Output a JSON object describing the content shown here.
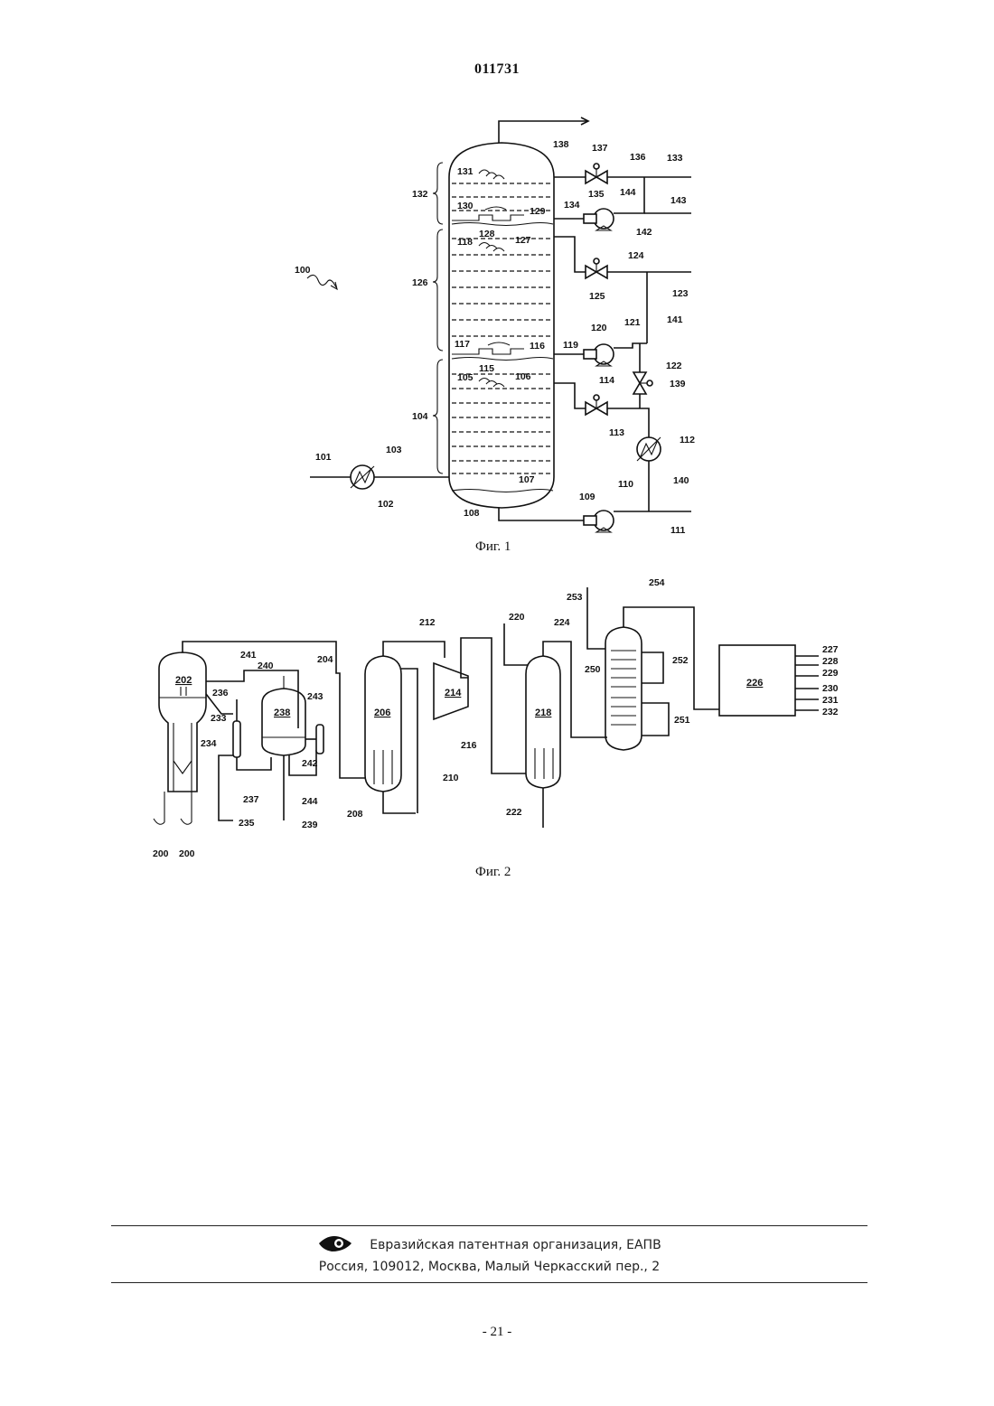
{
  "header": {
    "doc_number": "011731"
  },
  "figure1": {
    "caption": "Фиг. 1",
    "labels": {
      "l100": "100",
      "l101": "101",
      "l102": "102",
      "l103": "103",
      "l104": "104",
      "l105": "105",
      "l106": "106",
      "l107": "107",
      "l108": "108",
      "l109": "109",
      "l110": "110",
      "l111": "111",
      "l112": "112",
      "l113": "113",
      "l114": "114",
      "l115": "115",
      "l116": "116",
      "l117": "117",
      "l118": "118",
      "l119": "119",
      "l120": "120",
      "l121": "121",
      "l122": "122",
      "l123": "123",
      "l124": "124",
      "l125": "125",
      "l126": "126",
      "l127": "127",
      "l128": "128",
      "l129": "129",
      "l130": "130",
      "l131": "131",
      "l132": "132",
      "l133": "133",
      "l134": "134",
      "l135": "135",
      "l136": "136",
      "l137": "137",
      "l138": "138",
      "l139": "139",
      "l140": "140",
      "l141": "141",
      "l142": "142",
      "l143": "143",
      "l144": "144"
    }
  },
  "figure2": {
    "caption": "Фиг. 2",
    "labels": {
      "l200a": "200",
      "l200b": "200",
      "l202": "202",
      "l204": "204",
      "l206": "206",
      "l208": "208",
      "l210": "210",
      "l212": "212",
      "l214": "214",
      "l216": "216",
      "l218": "218",
      "l220": "220",
      "l222": "222",
      "l224": "224",
      "l226": "226",
      "l227": "227",
      "l228": "228",
      "l229": "229",
      "l230": "230",
      "l231": "231",
      "l232": "232",
      "l233": "233",
      "l234": "234",
      "l235": "235",
      "l236": "236",
      "l237": "237",
      "l238": "238",
      "l239": "239",
      "l240": "240",
      "l241": "241",
      "l242": "242",
      "l243": "243",
      "l244": "244",
      "l250": "250",
      "l251": "251",
      "l252": "252",
      "l253": "253",
      "l254": "254"
    }
  },
  "footer": {
    "org": "Евразийская патентная организация, ЕАПВ",
    "address": "Россия, 109012, Москва, Малый Черкасский пер., 2",
    "logo_icon": "eapo-eye-logo"
  },
  "page_number": "- 21 -"
}
